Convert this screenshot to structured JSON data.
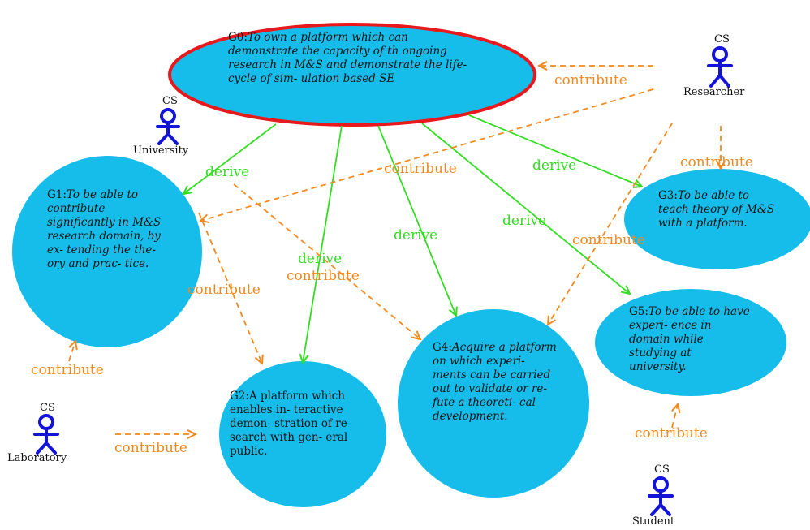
{
  "colors": {
    "goal_fill": "#16bdea",
    "root_border": "#e8191c",
    "derive": "#33dd22",
    "contribute": "#f08a1e",
    "actor": "#1414d8"
  },
  "goals": {
    "g0": {
      "id": "G0:",
      "text": "To own a platform which can demonstrate the capacity of th ongoing research in M&S and demonstrate the life-cycle of sim- ulation based SE"
    },
    "g1": {
      "id": "G1:",
      "text": "To be able to contribute significantly in M&S research domain, by ex- tending the the- ory and prac- tice."
    },
    "g2": {
      "id": "G2:",
      "text": "A platform which enables in- teractive demon- stration of re- search with gen- eral public."
    },
    "g3": {
      "id": "G3:",
      "text": "To be able to teach theory of M&S with a platform."
    },
    "g4": {
      "id": "G4:",
      "text": "Acquire a platform on which experi- ments can be carried out to validate or re- fute a theoreti- cal development."
    },
    "g5": {
      "id": "G5:",
      "text": "To be able to have experi- ence in domain while studying at university."
    }
  },
  "actors": {
    "university": {
      "stereotype": "CS",
      "name": "University"
    },
    "researcher": {
      "stereotype": "CS",
      "name": "Researcher"
    },
    "laboratory": {
      "stereotype": "CS",
      "name": "Laboratory"
    },
    "student": {
      "stereotype": "CS",
      "name": "Student"
    }
  },
  "labels": {
    "contribute": "contribute",
    "derive": "derive"
  }
}
